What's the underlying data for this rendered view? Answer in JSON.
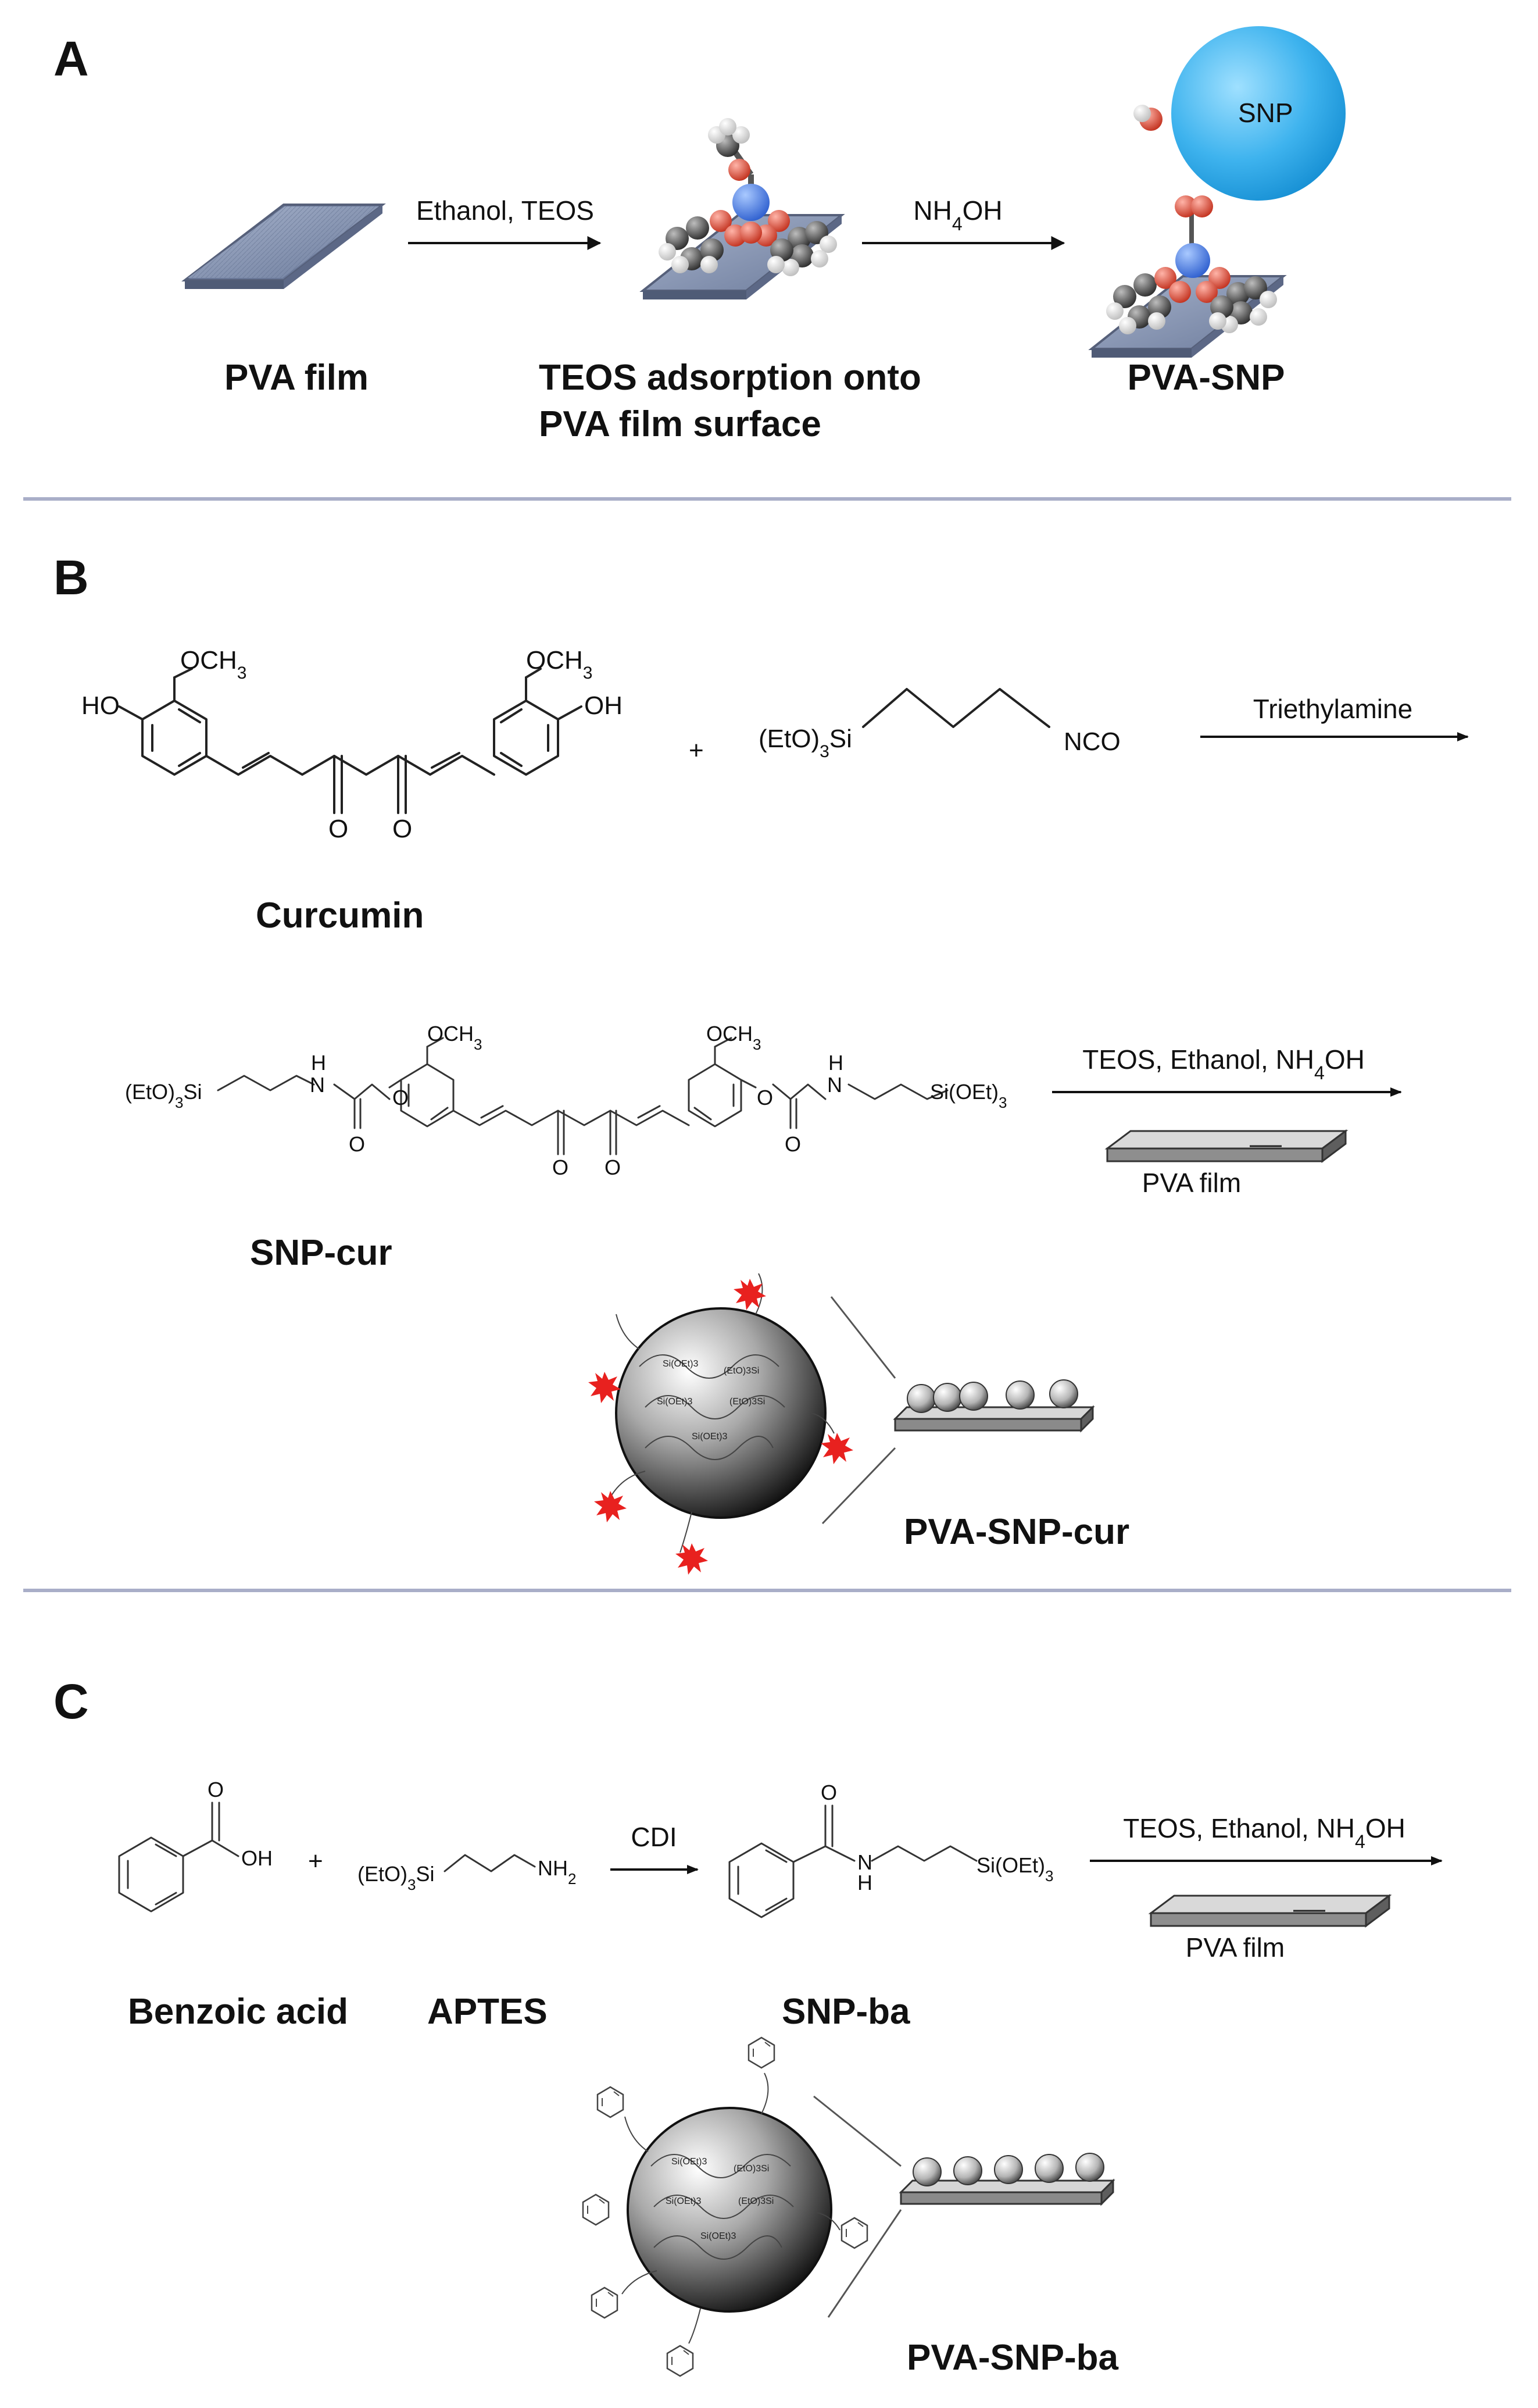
{
  "figure": {
    "panels": {
      "a": "A",
      "b": "B",
      "c": "C"
    },
    "panel_a": {
      "step1_reagents": "Ethanol, TEOS",
      "step2_reagents": "NH4OH",
      "nanoparticle_label": "SNP",
      "labels": {
        "pva_film": "PVA film",
        "teos_line1": "TEOS adsorption onto",
        "teos_line2": "PVA film surface",
        "pva_snp": "PVA-SNP"
      }
    },
    "panel_b": {
      "curcumin": {
        "ho_left": "HO",
        "och3_left": "OCH3",
        "och3_right": "OCH3",
        "oh_right": "OH",
        "o1": "O",
        "o2": "O",
        "name": "Curcumin"
      },
      "plus": "+",
      "isocyanate": {
        "si_group": "(EtO)3Si",
        "nco": "NCO"
      },
      "catalyst": "Triethylamine",
      "conjugate": {
        "left_si": "(EtO)3Si",
        "right_si": "Si(OEt)3",
        "nh": "H",
        "n": "N",
        "o": "O",
        "och3": "OCH3",
        "name": "SNP-cur"
      },
      "step_reagents": "TEOS, Ethanol, NH4OH",
      "film_label": "PVA film",
      "sphere_text": [
        "Si(OEt)3",
        "(EtO)3Si",
        "Si(OEt)3",
        "(EtO)3Si",
        "Si(OEt)3"
      ],
      "product_name": "PVA-SNP-cur"
    },
    "panel_c": {
      "benzoic": {
        "o": "O",
        "oh": "OH",
        "name": "Benzoic acid"
      },
      "plus": "+",
      "aptes": {
        "si_group": "(EtO)3Si",
        "nh2": "NH2",
        "name": "APTES"
      },
      "coupling": "CDI",
      "conjugate": {
        "o": "O",
        "n": "N",
        "h": "H",
        "si": "Si(OEt)3",
        "name": "SNP-ba"
      },
      "step_reagents": "TEOS, Ethanol, NH4OH",
      "film_label": "PVA film",
      "sphere_text": [
        "Si(OEt)3",
        "(EtO)3Si",
        "Si(OEt)3",
        "(EtO)3Si",
        "Si(OEt)3"
      ],
      "product_name": "PVA-SNP-ba"
    },
    "colors": {
      "divider": "#a9aec8",
      "snp_blue": "#4fb8ee",
      "film_blue": "#7f8fb0",
      "cur_red": "#e8211f"
    }
  }
}
